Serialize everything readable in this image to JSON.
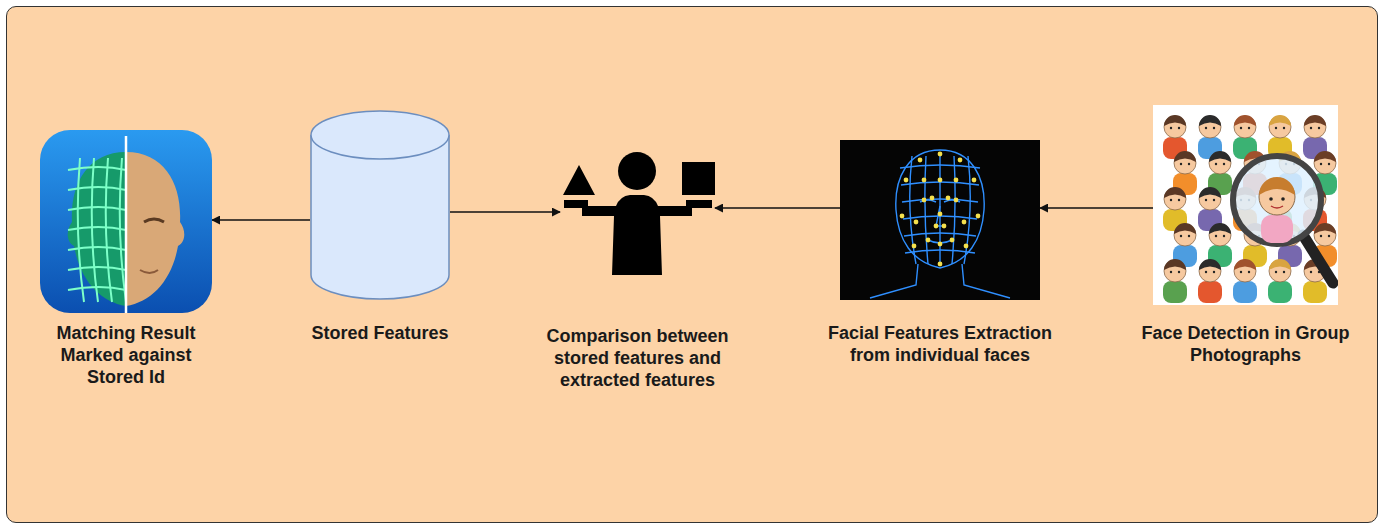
{
  "diagram": {
    "nodes": [
      {
        "text": [
          "Matching Result Marked against Stored Id"
        ]
      },
      {
        "text": [
          "Stored Features"
        ]
      },
      {
        "text": [
          "Comparison between stored features and extracted features"
        ]
      },
      {
        "text": [
          "Facial Features Extraction from individual faces"
        ]
      },
      {
        "text": [
          "Face Detection in Group Photographs"
        ]
      }
    ],
    "edges": [
      {
        "from": 4,
        "to": 3,
        "arrow": "to"
      },
      {
        "from": 3,
        "to": 2,
        "arrow": "to"
      },
      {
        "from": 1,
        "to": 2,
        "arrow": "to"
      },
      {
        "from": 1,
        "to": 0,
        "arrow": "to"
      }
    ]
  }
}
